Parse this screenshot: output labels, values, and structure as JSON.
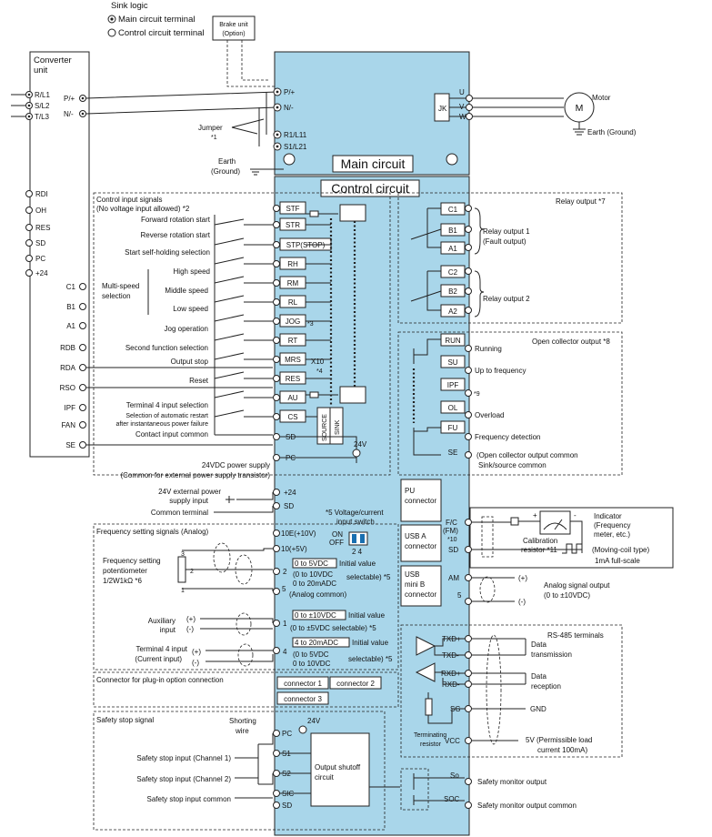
{
  "header": {
    "sink_logic": "Sink logic",
    "legend_main": "Main circuit terminal",
    "legend_control": "Control circuit terminal",
    "brake_unit": "Brake unit",
    "brake_option": "(Option)"
  },
  "converter": {
    "title1": "Converter",
    "title2": "unit",
    "terminals_left": [
      "R/L1",
      "S/L2",
      "T/L3"
    ],
    "terminals_right": [
      "P/+",
      "N/-"
    ],
    "control_terms": [
      "RDI",
      "OH",
      "RES",
      "SD",
      "PC",
      "+24"
    ],
    "relay_terms": [
      "C1",
      "B1",
      "A1"
    ],
    "lower_terms": [
      "RDB",
      "RDA",
      "RSO",
      "IPF",
      "FAN",
      "SE"
    ]
  },
  "main_circuit": {
    "title": "Main circuit",
    "terms": [
      "P/+",
      "N/-",
      "R1/L11",
      "S1/L21"
    ],
    "jumper": "Jumper",
    "jumper_note": "*1",
    "earth1": "Earth",
    "earth2": "(Ground)",
    "uvw": [
      "U",
      "V",
      "W"
    ],
    "motor": "Motor",
    "motor_symbol": "M",
    "earth_ground": "Earth (Ground)"
  },
  "control_circuit": {
    "title": "Control circuit",
    "input_title": "Control input signals",
    "input_subtitle": "(No voltage input allowed) *2",
    "inputs": [
      {
        "label": "Forward rotation start",
        "term": "STF"
      },
      {
        "label": "Reverse rotation start",
        "term": "STR"
      },
      {
        "label": "Start self-holding selection",
        "term": "STP(STOP)"
      },
      {
        "label": "High speed",
        "term": "RH"
      },
      {
        "label": "Middle speed",
        "term": "RM"
      },
      {
        "label": "Low speed",
        "term": "RL"
      },
      {
        "label": "Jog operation",
        "term": "JOG"
      },
      {
        "label": "Second function selection",
        "term": "RT"
      },
      {
        "label": "Output stop",
        "term": "MRS"
      },
      {
        "label": "Reset",
        "term": "RES"
      },
      {
        "label": "Terminal 4 input selection",
        "term": "AU"
      },
      {
        "label": "Selection of automatic restart",
        "term": "CS"
      },
      {
        "label": "Contact input common",
        "term": "SD"
      }
    ],
    "multi_speed1": "Multi-speed",
    "multi_speed2": "selection",
    "after_failure": "after instantaneous power failure",
    "jog_note": "*3",
    "x10": "X10",
    "x10_note": "*4",
    "pc": "PC",
    "source": "SOURCE",
    "sink": "SINK",
    "v24": "24V",
    "pc_label": "24VDC power supply",
    "pc_label2": "(Common for external power supply transistor)",
    "ext_power1": "24V external power",
    "ext_power2": "supply input",
    "common_terminal": "Common terminal",
    "ext_terms": [
      "+24",
      "SD"
    ],
    "switch_note": "*5 Voltage/current",
    "switch_note2": "input switch",
    "on": "ON",
    "off": "OFF",
    "sw_nums": "2  4"
  },
  "frequency": {
    "title": "Frequency setting signals (Analog)",
    "pot1": "Frequency setting",
    "pot2": "potentiometer",
    "pot3": "1/2W1kΩ *6",
    "pot_pins": [
      "3",
      "2",
      "1"
    ],
    "terms": [
      "10E(+10V)",
      "10(+5V)",
      "2",
      "5",
      "1",
      "4"
    ],
    "t2_opt": [
      "0 to 5VDC",
      "(0 to 10VDC",
      "0 to 20mADC"
    ],
    "initial_value": "Initial value",
    "selectable": "selectable) *5",
    "analog_common": "(Analog common)",
    "aux1": "Auxiliary",
    "aux2": "input",
    "t1_opt": [
      "0 to ±10VDC",
      "(0 to ±5VDC selectable) *5"
    ],
    "t4_1": "Terminal 4 input",
    "t4_2": "(Current input)",
    "t4_opt": [
      "4 to 20mADC",
      "(0 to 5VDC",
      "0 to 10VDC"
    ],
    "plus": "(+)",
    "minus": "(-)"
  },
  "plug_in": {
    "title": "Connector for plug-in option connection",
    "connectors": [
      "connector 1",
      "connector 2",
      "connector 3"
    ]
  },
  "safety": {
    "title": "Safety stop signal",
    "shorting1": "Shorting",
    "shorting2": "wire",
    "v24": "24V",
    "pc": "PC",
    "inputs": [
      "Safety stop input (Channel 1)",
      "Safety stop input (Channel 2)",
      "Safety stop input common"
    ],
    "terms": [
      "S1",
      "S2",
      "SIC",
      "SD"
    ],
    "shutoff1": "Output shutoff",
    "shutoff2": "circuit",
    "outputs": [
      {
        "term": "So",
        "label": "Safety monitor output"
      },
      {
        "term": "SOC",
        "label": "Safety monitor output common"
      }
    ]
  },
  "relay": {
    "title": "Relay output *7",
    "terms1": [
      "C1",
      "B1",
      "A1"
    ],
    "terms2": [
      "C2",
      "B2",
      "A2"
    ],
    "relay1a": "Relay output 1",
    "relay1b": "(Fault output)",
    "relay2": "Relay output 2"
  },
  "open_collector": {
    "title": "Open collector output *8",
    "outputs": [
      {
        "term": "RUN",
        "label": "Running"
      },
      {
        "term": "SU",
        "label": "Up to frequency"
      },
      {
        "term": "IPF",
        "label": "*9"
      },
      {
        "term": "OL",
        "label": "Overload"
      },
      {
        "term": "FU",
        "label": "Frequency detection"
      },
      {
        "term": "SE",
        "label": "(Open collector output common"
      }
    ],
    "se_note": "Sink/source common"
  },
  "connectors": {
    "pu": [
      "PU",
      "connector"
    ],
    "usb_a": [
      "USB A",
      "connector"
    ],
    "usb_b": [
      "USB",
      "mini B",
      "connector"
    ]
  },
  "indicator": {
    "terms": [
      "F/C",
      "(FM)",
      "*10",
      "SD"
    ],
    "title": "Indicator",
    "lines": [
      "(Frequency",
      "meter, etc.)"
    ],
    "moving1": "(Moving-coil type)",
    "moving2": "1mA full-scale",
    "calib1": "Calibration",
    "calib2": "resistor *11",
    "plus": "+",
    "minus": "-"
  },
  "analog_out": {
    "terms": [
      "AM",
      "5"
    ],
    "label1": "Analog signal output",
    "label2": "(0 to ±10VDC)",
    "plus": "(+)",
    "minus": "(-)"
  },
  "rs485": {
    "title": "RS-485 terminals",
    "terms": [
      "TXD+",
      "TXD-",
      "RXD+",
      "RXD-",
      "SG",
      "VCC"
    ],
    "data_tx": [
      "Data",
      "transmission"
    ],
    "data_rx": [
      "Data",
      "reception"
    ],
    "gnd": "GND",
    "vcc": [
      "5V (Permissible load",
      "current 100mA)"
    ],
    "term_res": [
      "Terminating",
      "resistor"
    ]
  }
}
